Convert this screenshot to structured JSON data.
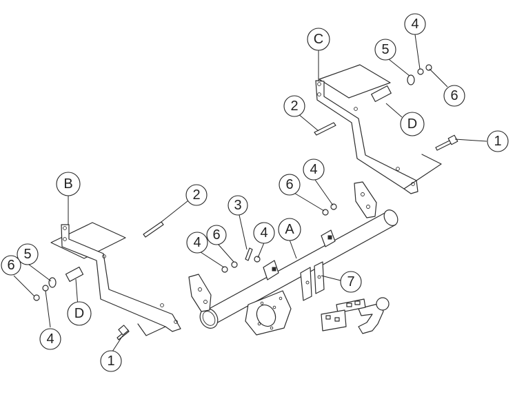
{
  "callouts": [
    {
      "id": "A",
      "label": "A"
    },
    {
      "id": "B",
      "label": "B"
    },
    {
      "id": "C",
      "label": "C"
    },
    {
      "id": "D1",
      "label": "D"
    },
    {
      "id": "D2",
      "label": "D"
    },
    {
      "id": "n1a",
      "label": "1"
    },
    {
      "id": "n1b",
      "label": "1"
    },
    {
      "id": "n2a",
      "label": "2"
    },
    {
      "id": "n2b",
      "label": "2"
    },
    {
      "id": "n3",
      "label": "3"
    },
    {
      "id": "n4a",
      "label": "4"
    },
    {
      "id": "n4b",
      "label": "4"
    },
    {
      "id": "n4c",
      "label": "4"
    },
    {
      "id": "n4d",
      "label": "4"
    },
    {
      "id": "n4e",
      "label": "4"
    },
    {
      "id": "n5a",
      "label": "5"
    },
    {
      "id": "n5b",
      "label": "5"
    },
    {
      "id": "n6a",
      "label": "6"
    },
    {
      "id": "n6b",
      "label": "6"
    },
    {
      "id": "n6c",
      "label": "6"
    },
    {
      "id": "n6d",
      "label": "6"
    },
    {
      "id": "n7",
      "label": "7"
    }
  ]
}
